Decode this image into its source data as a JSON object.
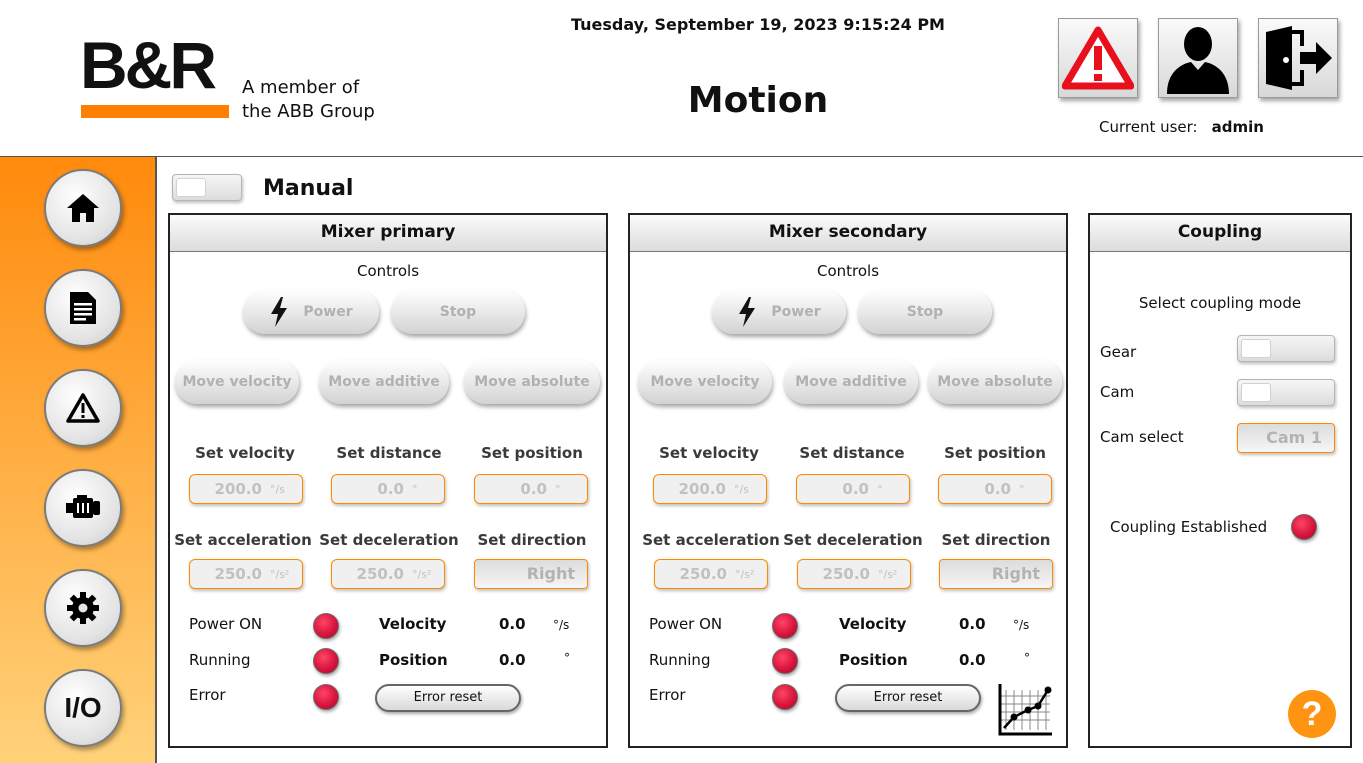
{
  "header": {
    "logo_text": "B&R",
    "logo_tagline_1": "A member of",
    "logo_tagline_2": "the ABB Group",
    "datetime": "Tuesday, September 19, 2023 9:15:24 PM",
    "title": "Motion",
    "current_user_label": "Current user:",
    "current_user": "admin",
    "buttons": [
      "warning-icon",
      "user-icon",
      "logout-icon"
    ]
  },
  "sidebar": {
    "items": [
      {
        "icon": "home-icon"
      },
      {
        "icon": "document-icon"
      },
      {
        "icon": "alarm-icon"
      },
      {
        "icon": "motor-icon"
      },
      {
        "icon": "gear-icon"
      },
      {
        "label": "I/O"
      }
    ]
  },
  "mode": {
    "label": "Manual",
    "enabled": false
  },
  "axes": [
    {
      "title": "Mixer primary",
      "controls_label": "Controls",
      "power_label": "Power",
      "stop_label": "Stop",
      "move_velocity_label": "Move velocity",
      "move_additive_label": "Move additive",
      "move_absolute_label": "Move absolute",
      "set_velocity_label": "Set velocity",
      "set_velocity_value": "200.0",
      "set_velocity_unit": "°/s",
      "set_distance_label": "Set distance",
      "set_distance_value": "0.0",
      "set_distance_unit": "°",
      "set_position_label": "Set position",
      "set_position_value": "0.0",
      "set_position_unit": "°",
      "set_acceleration_label": "Set acceleration",
      "set_acceleration_value": "250.0",
      "set_acceleration_unit": "°/s²",
      "set_deceleration_label": "Set deceleration",
      "set_deceleration_value": "250.0",
      "set_deceleration_unit": "°/s²",
      "set_direction_label": "Set direction",
      "set_direction_value": "Right",
      "power_on_label": "Power ON",
      "running_label": "Running",
      "error_label": "Error",
      "velocity_label": "Velocity",
      "velocity_value": "0.0",
      "velocity_unit": "°/s",
      "position_label": "Position",
      "position_value": "0.0",
      "position_unit": "°",
      "error_reset_label": "Error reset"
    },
    {
      "title": "Mixer secondary",
      "controls_label": "Controls",
      "power_label": "Power",
      "stop_label": "Stop",
      "move_velocity_label": "Move velocity",
      "move_additive_label": "Move additive",
      "move_absolute_label": "Move absolute",
      "set_velocity_label": "Set velocity",
      "set_velocity_value": "200.0",
      "set_velocity_unit": "°/s",
      "set_distance_label": "Set distance",
      "set_distance_value": "0.0",
      "set_distance_unit": "°",
      "set_position_label": "Set position",
      "set_position_value": "0.0",
      "set_position_unit": "°",
      "set_acceleration_label": "Set acceleration",
      "set_acceleration_value": "250.0",
      "set_acceleration_unit": "°/s²",
      "set_deceleration_label": "Set deceleration",
      "set_deceleration_value": "250.0",
      "set_deceleration_unit": "°/s²",
      "set_direction_label": "Set direction",
      "set_direction_value": "Right",
      "power_on_label": "Power ON",
      "running_label": "Running",
      "error_label": "Error",
      "velocity_label": "Velocity",
      "velocity_value": "0.0",
      "velocity_unit": "°/s",
      "position_label": "Position",
      "position_value": "0.0",
      "position_unit": "°",
      "error_reset_label": "Error reset"
    }
  ],
  "coupling": {
    "title": "Coupling",
    "select_mode_label": "Select coupling mode",
    "gear_label": "Gear",
    "cam_label": "Cam",
    "cam_select_label": "Cam select",
    "cam_select_value": "Cam 1",
    "established_label": "Coupling Established",
    "help_label": "?"
  },
  "colors": {
    "accent": "#ff8a00",
    "led_off": "#d4123a",
    "help": "#ff9412"
  }
}
